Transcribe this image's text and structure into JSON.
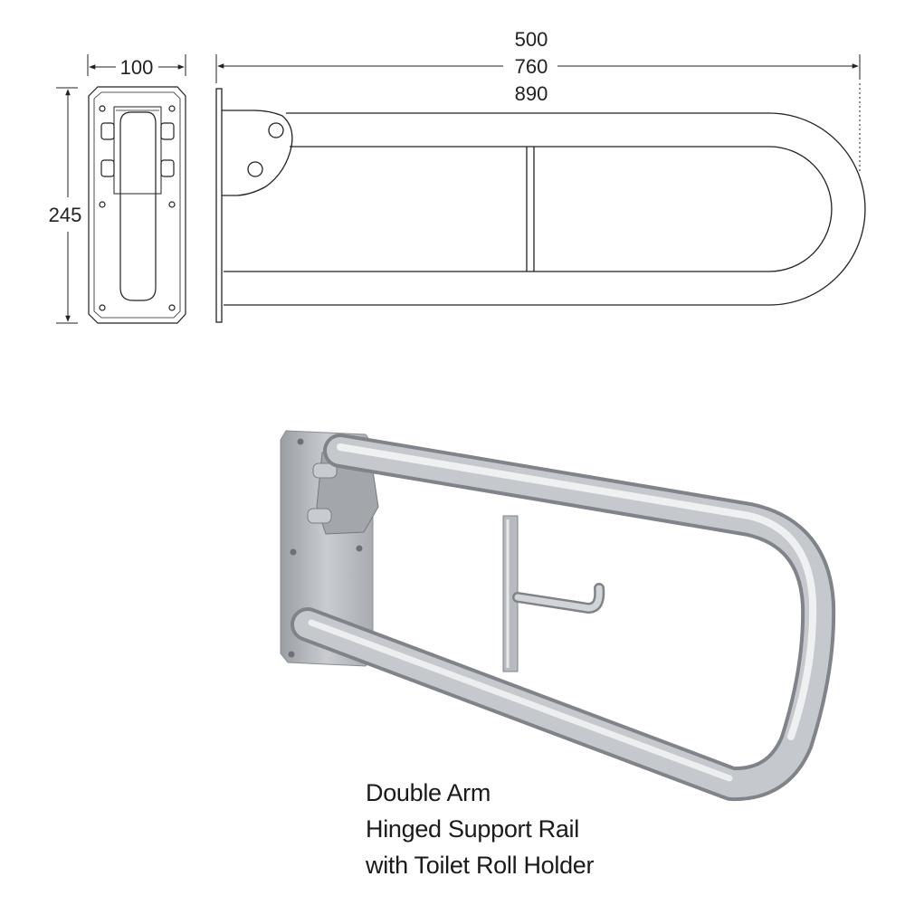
{
  "dimensions": {
    "plate_width": "100",
    "plate_height": "245",
    "length_1": "500",
    "length_2": "760",
    "length_3": "890"
  },
  "caption": {
    "line1": "Double Arm",
    "line2": "Hinged Support Rail",
    "line3": "with Toilet Roll Holder"
  },
  "colors": {
    "line": "#222222",
    "steel_light": "#e4e6e8",
    "steel_mid": "#b9bcc0",
    "steel_dark": "#7c8085"
  }
}
